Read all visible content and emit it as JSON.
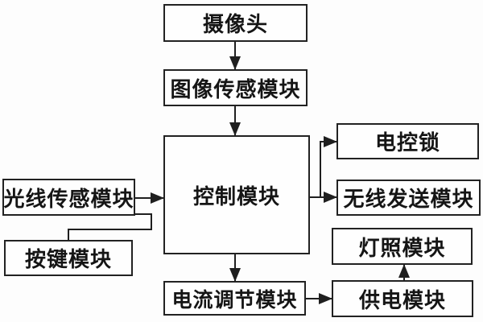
{
  "figure": {
    "type": "block-diagram",
    "background_color": "#ffffff",
    "line_color": "#1f1f1f",
    "box_border_color": "#222222",
    "text_color": "#151515",
    "nodes": {
      "camera": "摄像头",
      "image_sensor": "图像传感模块",
      "control": "控制模块",
      "light_sensor": "光线传感模块",
      "button": "按键模块",
      "electric_lock": "电控锁",
      "wireless_transmit": "无线发送模块",
      "lighting": "灯照模块",
      "current_regulator": "电流调节模块",
      "power_supply": "供电模块"
    },
    "edges": [
      {
        "from": "camera",
        "to": "image_sensor",
        "arrow": true
      },
      {
        "from": "image_sensor",
        "to": "control",
        "arrow": true
      },
      {
        "from": "light_sensor",
        "to": "control",
        "arrow": true
      },
      {
        "from": "button",
        "to": "control",
        "arrow": false,
        "note": "merges into light_sensor output line"
      },
      {
        "from": "control",
        "to": "electric_lock",
        "arrow": true
      },
      {
        "from": "control",
        "to": "wireless_transmit",
        "arrow": true
      },
      {
        "from": "control",
        "to": "current_regulator",
        "arrow": true
      },
      {
        "from": "current_regulator",
        "to": "power_supply",
        "arrow": true
      },
      {
        "from": "power_supply",
        "to": "lighting",
        "arrow": true
      }
    ]
  }
}
